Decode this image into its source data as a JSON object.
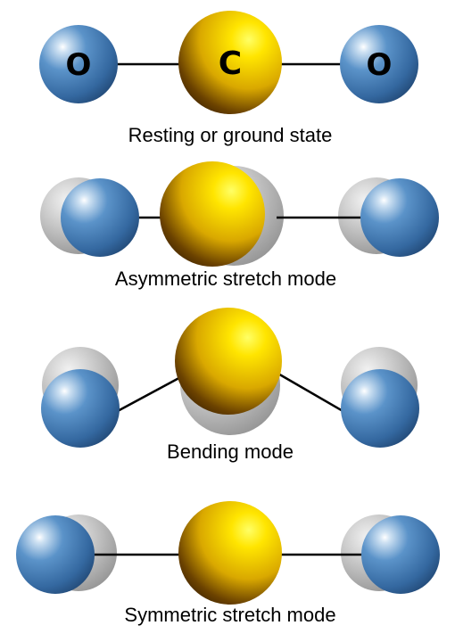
{
  "colors": {
    "oxygen": "#3d76ad",
    "carbon": "#f2c400",
    "ghost": "#a9a9a9",
    "bond": "#000000"
  },
  "atom_labels": {
    "oxygen": "O",
    "carbon": "C"
  },
  "panels": [
    {
      "id": "resting",
      "caption": "Resting or ground state"
    },
    {
      "id": "asymmetric-stretch",
      "caption": "Asymmetric stretch mode"
    },
    {
      "id": "bending",
      "caption": "Bending mode"
    },
    {
      "id": "symmetric-stretch",
      "caption": "Symmetric stretch mode"
    }
  ]
}
